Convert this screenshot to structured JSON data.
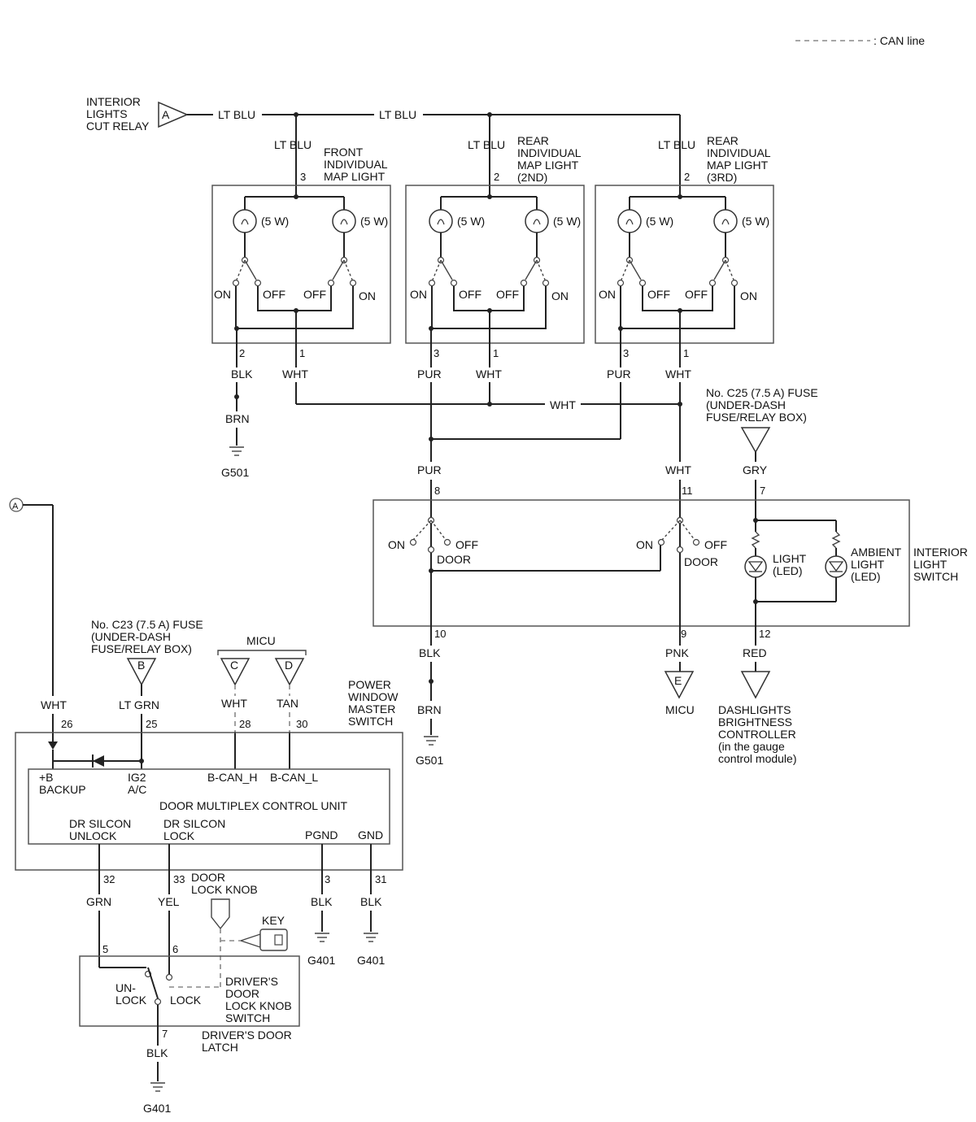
{
  "legend": {
    "can_line": ": CAN line"
  },
  "connectors": {
    "a": {
      "letter": "A",
      "name": "INTERIOR\nLIGHTS\nCUT RELAY"
    },
    "a2": {
      "letter": "A"
    },
    "b": {
      "letter": "B",
      "name": "No. C23 (7.5 A) FUSE\n(UNDER-DASH\nFUSE/RELAY BOX)"
    },
    "c": {
      "letter": "C"
    },
    "d": {
      "letter": "D"
    },
    "micu_group": "MICU",
    "e": {
      "letter": "E",
      "name": "MICU"
    },
    "fuse_c25": "No. C25 (7.5 A) FUSE\n(UNDER-DASH\nFUSE/RELAY BOX)",
    "dashlights": "DASHLIGHTS\nBRIGHTNESS\nCONTROLLER\n(in the gauge\ncontrol module)"
  },
  "map_lights": {
    "front": {
      "name": "FRONT\nINDIVIDUAL\nMAP LIGHT",
      "in_pin": "3",
      "gnd_pin": "2",
      "out_pin": "1"
    },
    "rear2": {
      "name": "REAR\nINDIVIDUAL\nMAP LIGHT\n(2ND)",
      "in_pin": "2",
      "gnd_pin": "3",
      "out_pin": "1"
    },
    "rear3": {
      "name": "REAR\nINDIVIDUAL\nMAP LIGHT\n(3RD)",
      "in_pin": "2",
      "gnd_pin": "3",
      "out_pin": "1"
    },
    "bulb": "(5 W)",
    "on": "ON",
    "off": "OFF"
  },
  "interior_switch": {
    "name": "INTERIOR\nLIGHT\nSWITCH",
    "pins": {
      "p8": "8",
      "p11": "11",
      "p7": "7",
      "p10": "10",
      "p9": "9",
      "p12": "12"
    },
    "on": "ON",
    "off": "OFF",
    "door": "DOOR",
    "light_led": "LIGHT\n(LED)",
    "ambient_led": "AMBIENT\nLIGHT\n(LED)"
  },
  "pwms": {
    "name": "POWER\nWINDOW\nMASTER\nSWITCH",
    "unit": "DOOR MULTIPLEX CONTROL UNIT",
    "terminals": {
      "backup": "+B\nBACKUP",
      "ig2": "IG2\nA/C",
      "bcanh": "B-CAN_H",
      "bcanl": "B-CAN_L",
      "unlock": "DR SILCON\nUNLOCK",
      "lock": "DR SILCON\nLOCK",
      "pgnd": "PGND",
      "gnd": "GND"
    },
    "pins": {
      "p26": "26",
      "p25": "25",
      "p28": "28",
      "p30": "30",
      "p32": "32",
      "p33": "33",
      "p3": "3",
      "p31": "31"
    }
  },
  "latch": {
    "name": "DRIVER'S DOOR\nLATCH",
    "switch_name": "DRIVER'S\nDOOR\nLOCK KNOB\nSWITCH",
    "knob": "DOOR\nLOCK KNOB",
    "key": "KEY",
    "unlock": "UN-\nLOCK",
    "lock": "LOCK",
    "pins": {
      "p5": "5",
      "p6": "6",
      "p7": "7"
    }
  },
  "wires": {
    "lt_blu_top1": "LT BLU",
    "lt_blu_top2": "LT BLU",
    "lt_blu_front": "LT BLU",
    "lt_blu_rear2": "LT BLU",
    "lt_blu_rear3": "LT BLU",
    "blk_front": "BLK",
    "brn_front": "BRN",
    "wht_front": "WHT",
    "pur_rear2": "PUR",
    "wht_rear2": "WHT",
    "pur_rear3": "PUR",
    "wht_rear3": "WHT",
    "wht_bus": "WHT",
    "pur_sw": "PUR",
    "wht_sw": "WHT",
    "gry_sw": "GRY",
    "blk_sw": "BLK",
    "brn_sw": "BRN",
    "pnk_sw": "PNK",
    "red_sw": "RED",
    "wht_a": "WHT",
    "ltgrn_b": "LT GRN",
    "wht_c": "WHT",
    "tan_d": "TAN",
    "grn_32": "GRN",
    "yel_33": "YEL",
    "blk_3": "BLK",
    "blk_31": "BLK",
    "blk_latch": "BLK"
  },
  "grounds": {
    "g501_a": "G501",
    "g501_b": "G501",
    "g401_a": "G401",
    "g401_b": "G401",
    "g401_c": "G401"
  }
}
